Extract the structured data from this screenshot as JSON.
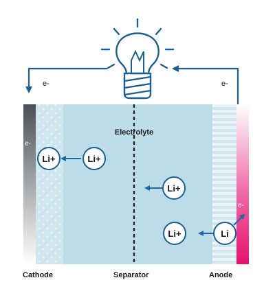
{
  "electron_label": "e-",
  "electrolyte_label": "Electrolyte",
  "bottom_labels": {
    "cathode": "Cathode",
    "separator": "Separator",
    "anode": "Anode"
  },
  "ions": {
    "li_plus": "Li+",
    "li": "Li"
  },
  "colors": {
    "electrolyte": "#bcdde7",
    "cathode_dots": "#d6ebf1",
    "anode_stripes": "#e3f1f6",
    "cathode_collector_top": "#4a5056",
    "anode_collector": "#e8217a",
    "arrow": "#1b6aa5",
    "line": "#1a5f93"
  },
  "icons": [
    "light-bulb-icon"
  ]
}
